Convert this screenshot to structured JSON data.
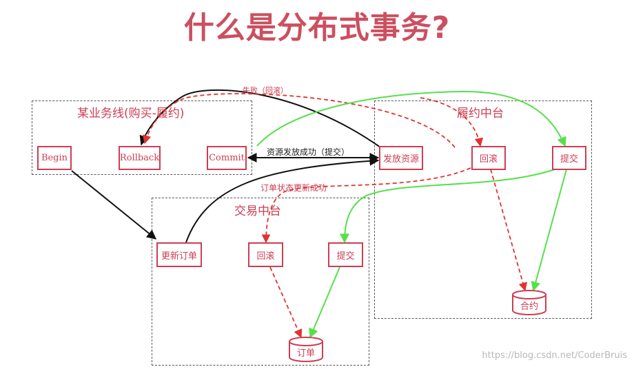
{
  "title": "什么是分布式事务?",
  "groups": {
    "business": "某业务线(购买-履约)",
    "fulfillment": "履约中台",
    "trade": "交易中台"
  },
  "nodes": {
    "begin": "Begin",
    "rollback": "Rollback",
    "commit": "Commit",
    "issue_resource": "发放资源",
    "fulfill_rollback": "回滚",
    "fulfill_commit": "提交",
    "update_order": "更新订单",
    "trade_rollback": "回滚",
    "trade_commit": "提交"
  },
  "databases": {
    "contract": "合约",
    "order": "订单"
  },
  "edge_labels": {
    "fail_rollback": "失败（回滚）",
    "issue_success": "资源发放成功（提交）",
    "order_update_success": "订单状态更新成功"
  },
  "colors": {
    "title": "#cc4f5f",
    "node": "#cc3d52",
    "black_edge": "#111111",
    "red_edge": "#e23232",
    "green_edge": "#55e04a"
  },
  "watermark": "https://blog.csdn.net/CoderBruis"
}
